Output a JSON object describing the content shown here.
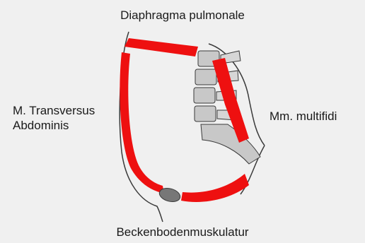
{
  "labels": {
    "top": "Diaphragma pulmonale",
    "left_line1": "M. Transversus",
    "left_line2": "Abdominis",
    "right": "Mm. multifidi",
    "bottom": "Beckenbodenmuskulatur"
  },
  "colors": {
    "background": "#f0f0f0",
    "muscle": "#ee1010",
    "outline": "#3a3a3a",
    "bone": "#c8c8c8",
    "pelvic_joint": "#777777"
  }
}
